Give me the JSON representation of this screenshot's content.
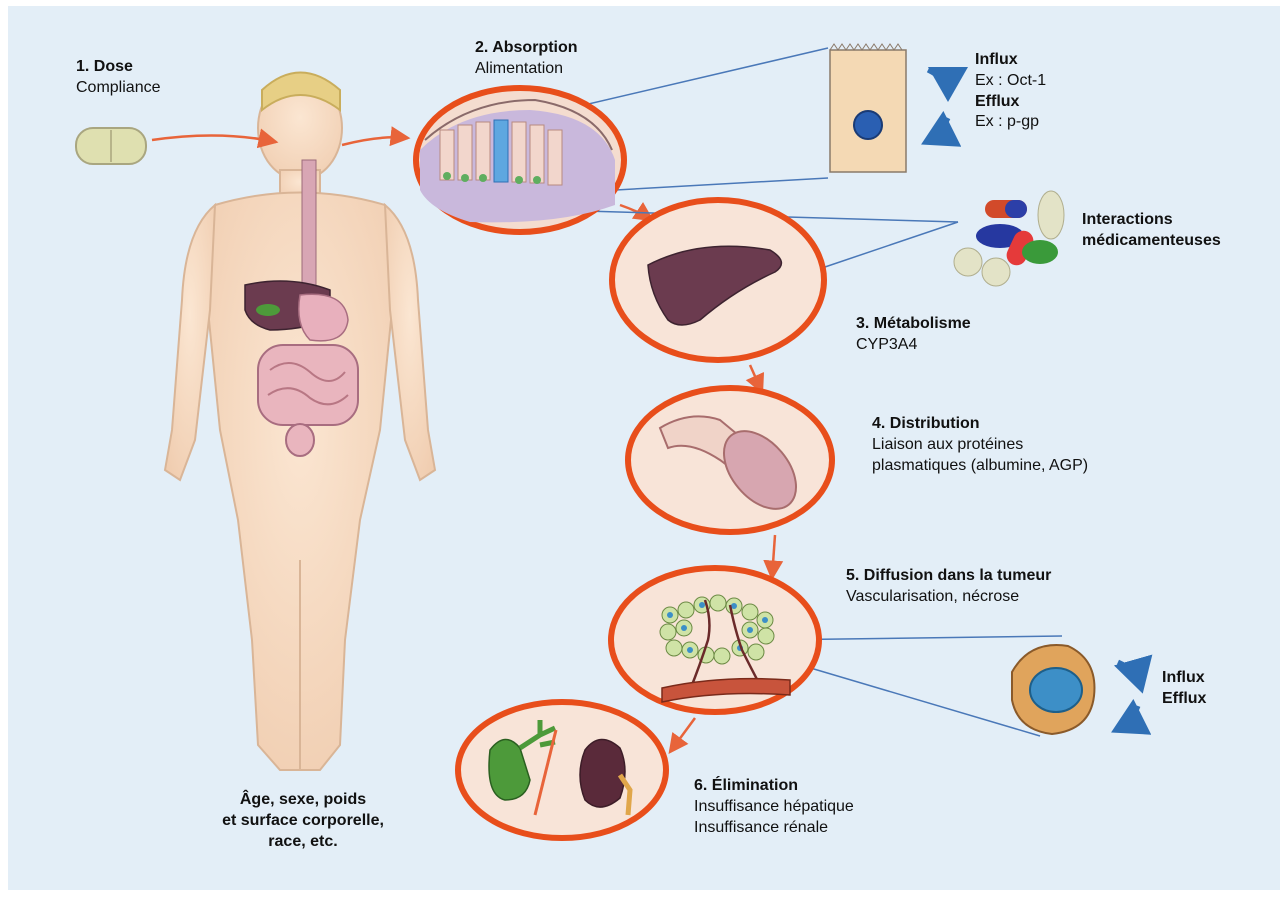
{
  "colors": {
    "background": "#e3eef7",
    "arrow": "#e8643a",
    "ring": "#e84e1b",
    "connector": "#4a78b8",
    "skin": "#f7dcc2",
    "liver": "#6b3b4f",
    "blue_arrow": "#2f6fb5"
  },
  "steps": {
    "dose": {
      "title": "1. Dose",
      "subtitle": "Compliance"
    },
    "absorption": {
      "title": "2. Absorption",
      "subtitle": "Alimentation"
    },
    "metabolism": {
      "title": "3. Métabolisme",
      "subtitle": "CYP3A4"
    },
    "distribution": {
      "title": "4. Distribution",
      "line1": "Liaison aux protéines",
      "line2": "plasmatiques (albumine, AGP)"
    },
    "diffusion": {
      "title": "5. Diffusion dans la tumeur",
      "subtitle": "Vascularisation, nécrose"
    },
    "elimination": {
      "title": "6. Élimination",
      "line1": "Insuffisance hépatique",
      "line2": "Insuffisance rénale"
    }
  },
  "transporters": {
    "influx": "Influx",
    "influx_example": "Ex : Oct-1",
    "efflux": "Efflux",
    "efflux_example": "Ex : p-gp"
  },
  "interactions": {
    "line1": "Interactions",
    "line2": "médicamenteuses"
  },
  "tumor_transport": {
    "influx": "Influx",
    "efflux": "Efflux"
  },
  "patient_factors": {
    "line1": "Âge, sexe, poids",
    "line2": "et surface corporelle,",
    "line3": "race, etc."
  },
  "icons": [
    "pill-icon",
    "human-body-icon",
    "intestine-icon",
    "enterocyte-icon",
    "liver-icon",
    "blood-vessel-icon",
    "tumor-icon",
    "tumor-cell-icon",
    "gallbladder-icon",
    "kidney-icon",
    "pills-icon"
  ]
}
